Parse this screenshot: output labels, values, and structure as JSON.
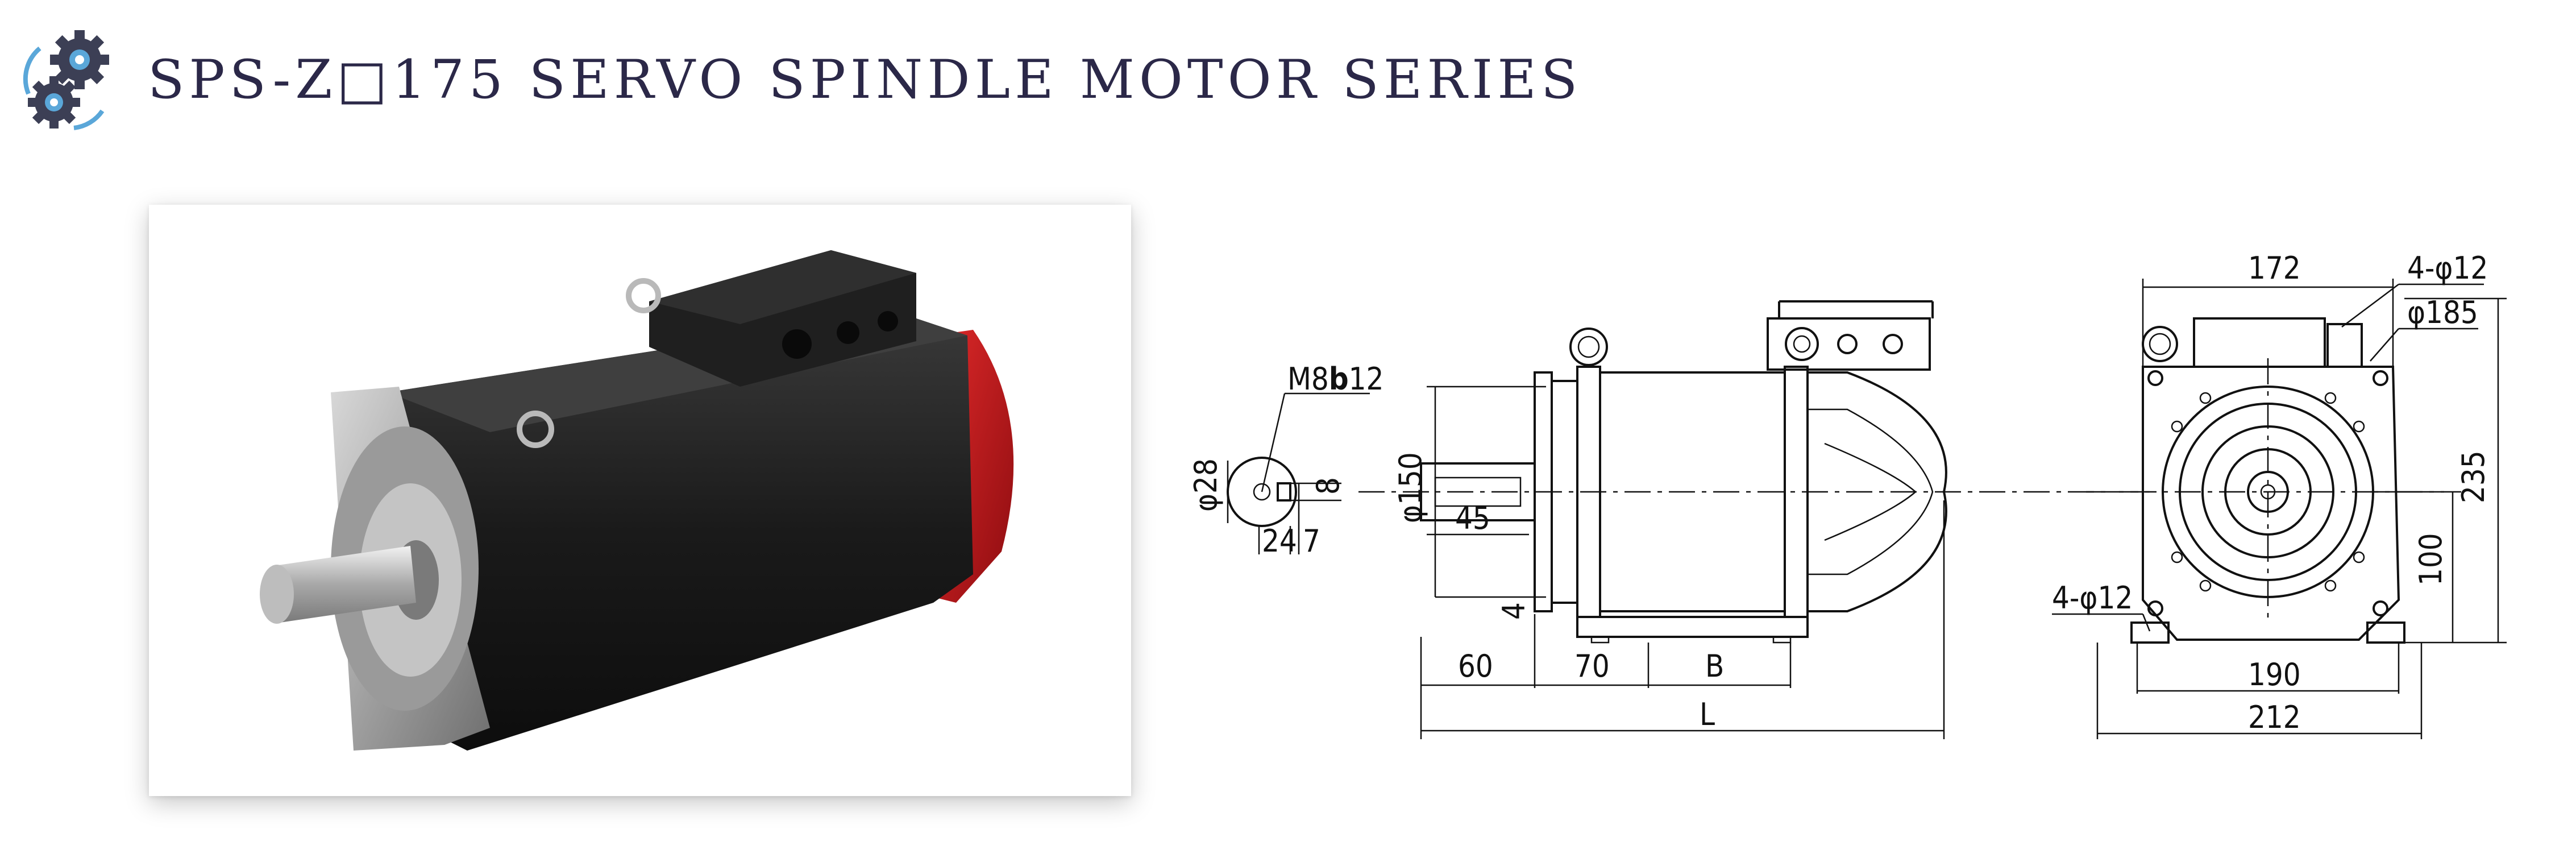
{
  "header": {
    "title": "SPS-Z□175 SERVO SPINDLE MOTOR SERIES",
    "logo_icon": "gears-icon"
  },
  "photo": {
    "alt_icon": "servo-spindle-motor-photo"
  },
  "drawing": {
    "side_view": {
      "thread": "M8",
      "thread_b": "b",
      "thread_depth": "12",
      "shaft_dia": "φ28",
      "key_height": "8",
      "key_offset": "24",
      "key_width": "7",
      "flange_spigot": "φ150",
      "key_length": "45",
      "flange_thickness": "4",
      "shaft_length": "60",
      "flange_to_foot": "70",
      "foot_spacing": "B",
      "total_length": "L"
    },
    "end_view": {
      "width": "172",
      "flange_holes": "4-φ12",
      "bolt_circle": "φ185",
      "height": "235",
      "center_height": "100",
      "foot_holes": "4-φ12",
      "foot_spacing": "190",
      "base_width": "212"
    }
  },
  "colors": {
    "title": "#2b2848",
    "motor_body": "#1d1d1d",
    "fan_cover": "#c8151b",
    "flange": "#9a9a9a"
  }
}
